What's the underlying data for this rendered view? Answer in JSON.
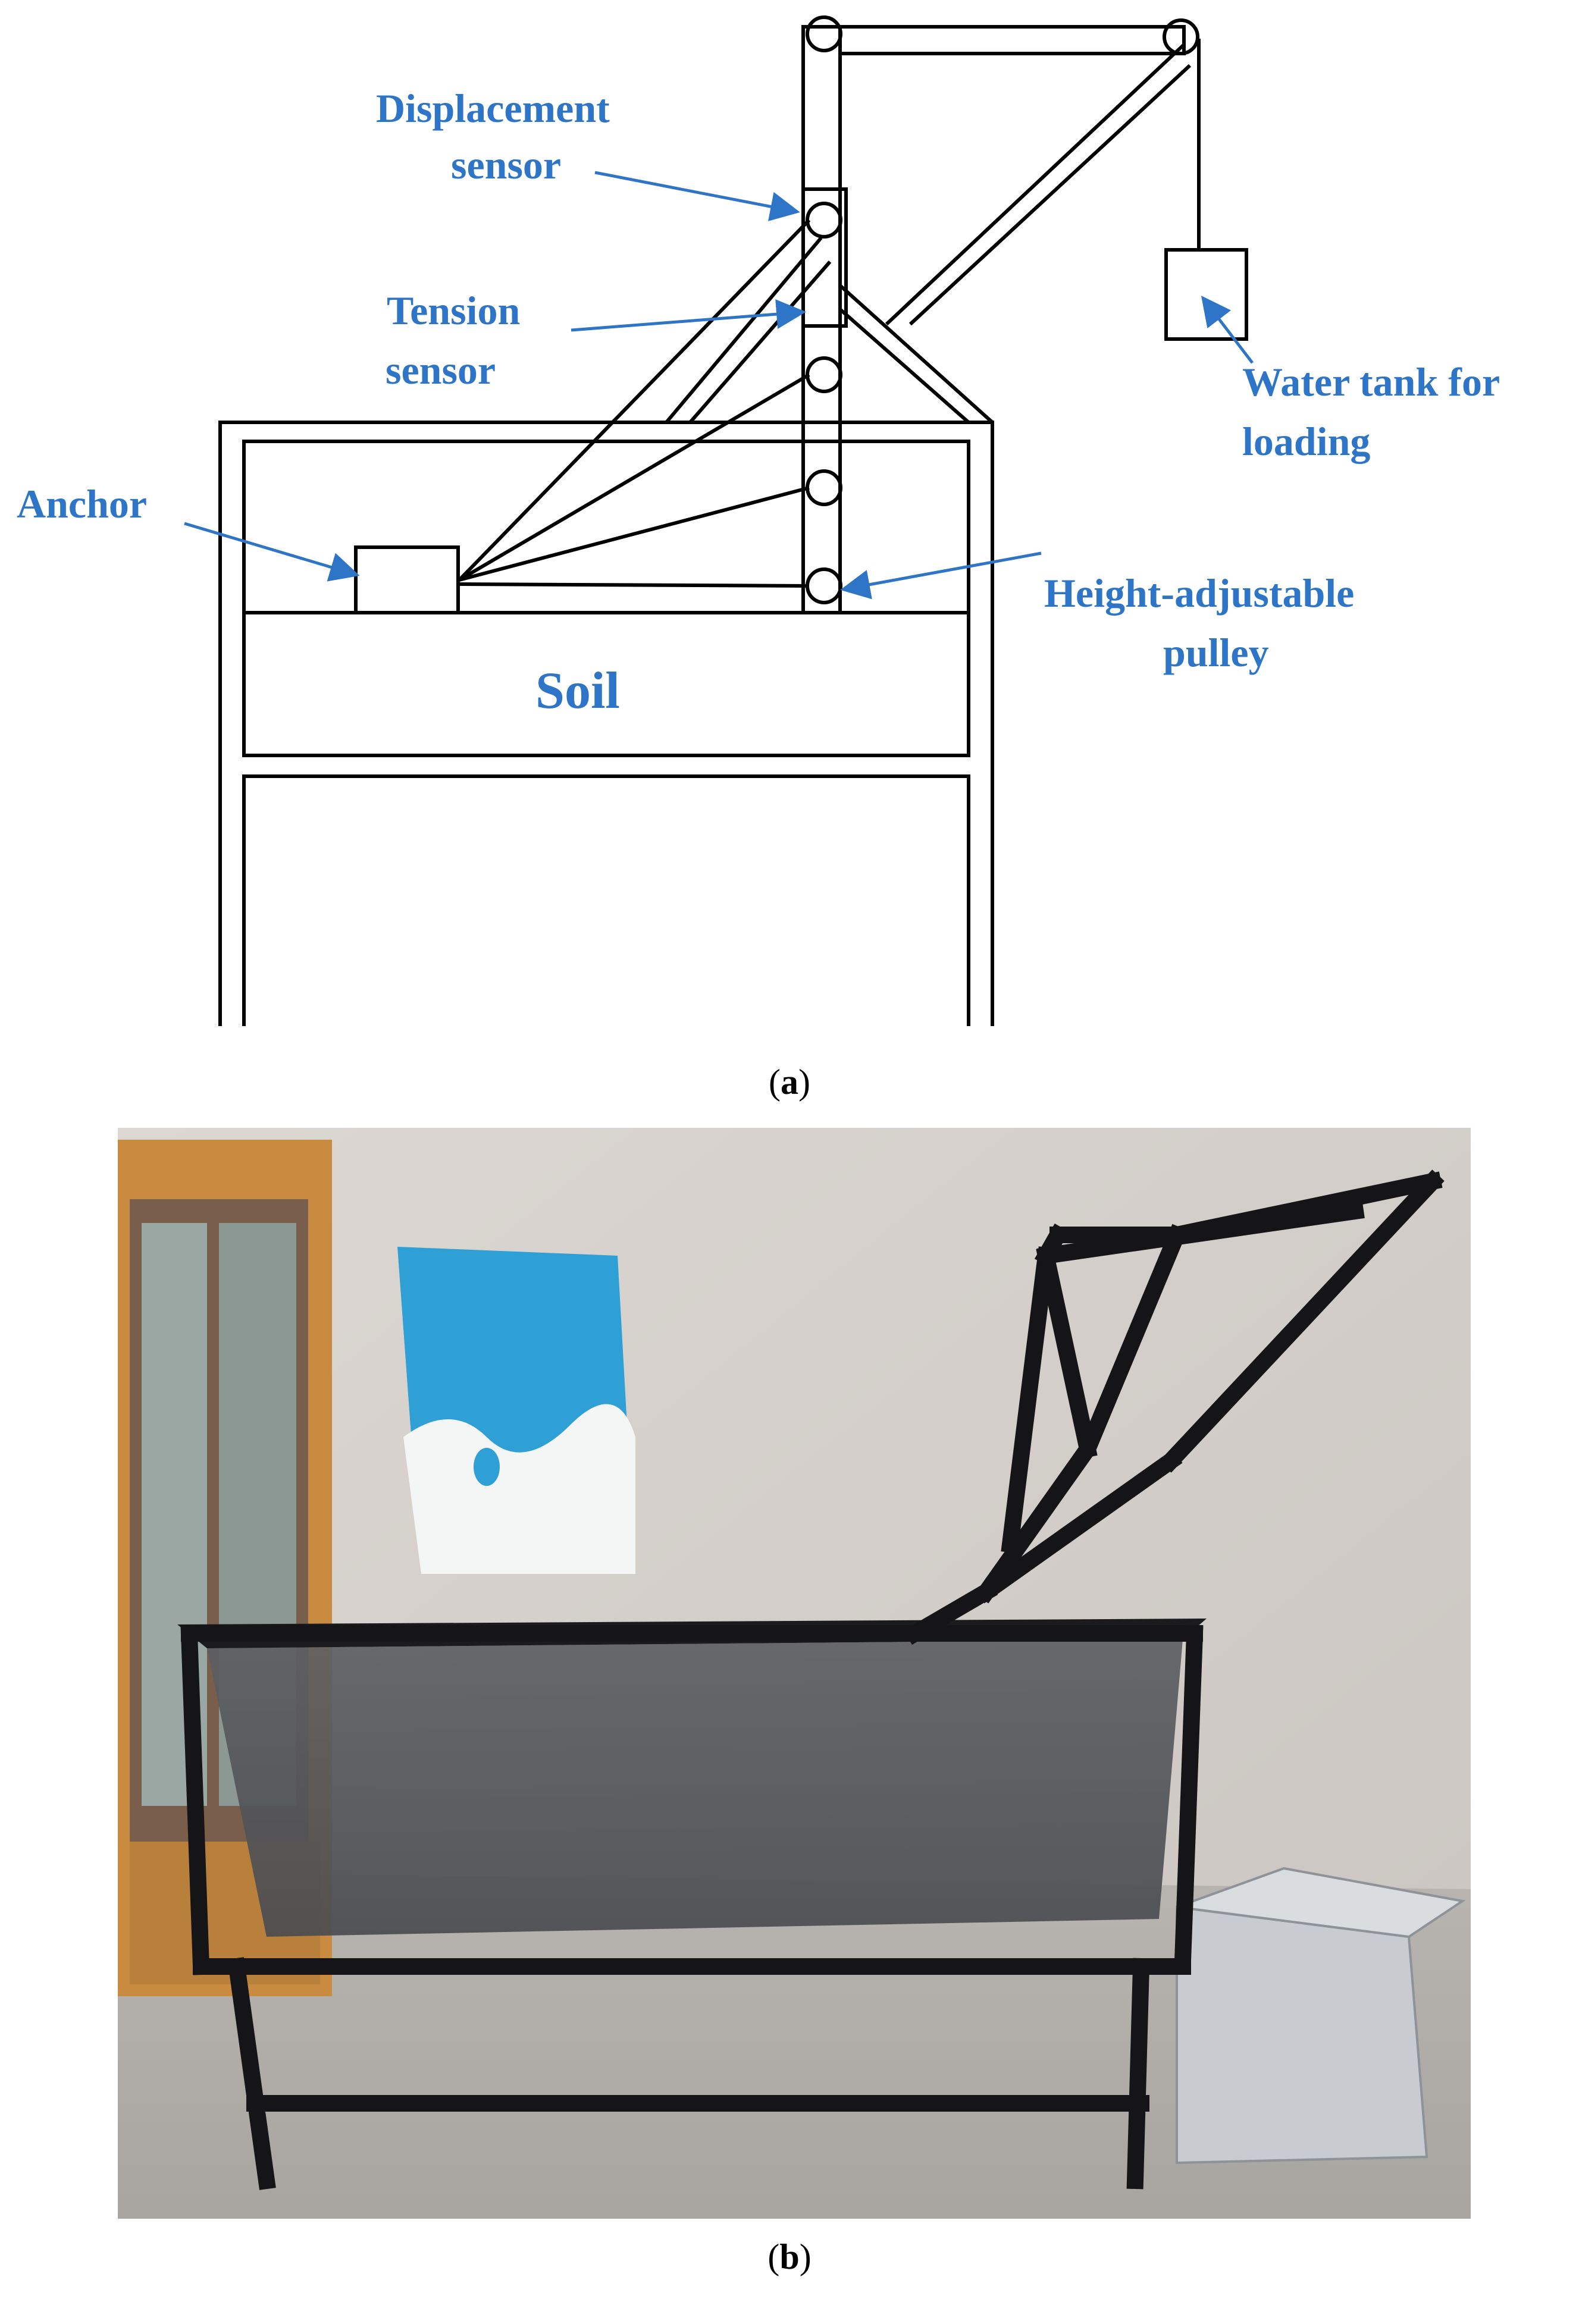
{
  "figure_a": {
    "labels": {
      "displacement_line1": "Displacement",
      "displacement_line2": "sensor",
      "tension_line1": "Tension",
      "tension_line2": "sensor",
      "water_line1": "Water tank for",
      "water_line2": "loading",
      "anchor": "Anchor",
      "pulley_line1": "Height-adjustable",
      "pulley_line2": "pulley",
      "soil": "Soil"
    },
    "caption_open": "(",
    "caption_letter": "a",
    "caption_close": ")"
  },
  "figure_b": {
    "caption_open": "(",
    "caption_letter": "b",
    "caption_close": ")"
  },
  "colors": {
    "label_blue": "#2e75c7",
    "line_black": "#000000"
  }
}
